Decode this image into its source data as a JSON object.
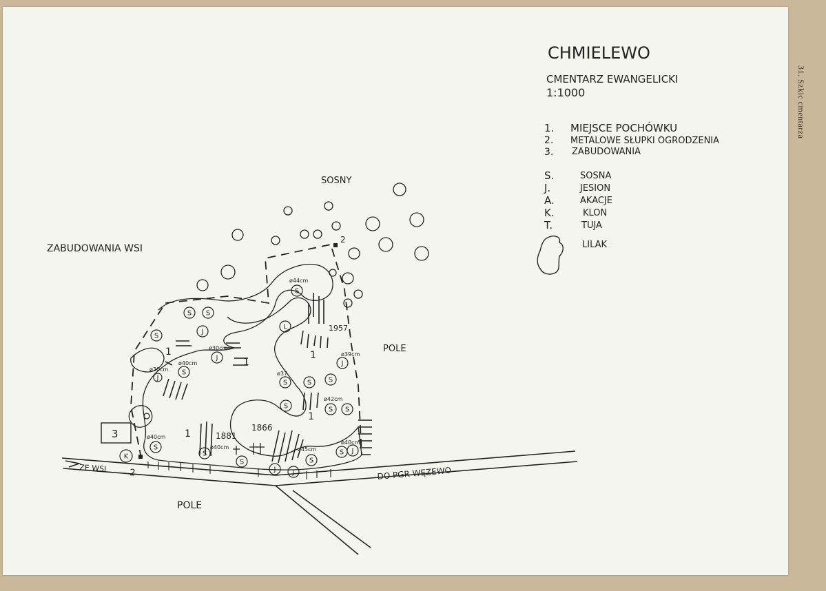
{
  "title": "CHMIELEWO",
  "subtitle": "CMENTARZ EWANGELICKI",
  "scale": "1:1000",
  "legend_numbered": [
    {
      "key": "1.",
      "label": "MIEJSCE POCHÓWKU"
    },
    {
      "key": "2.",
      "label": "METALOWE SŁUPKI OGRODZENIA"
    },
    {
      "key": "3.",
      "label": "ZABUDOWANIA"
    }
  ],
  "legend_trees": [
    {
      "key": "S.",
      "label": "SOSNA"
    },
    {
      "key": "J.",
      "label": "JESION"
    },
    {
      "key": "A.",
      "label": "AKACJE"
    },
    {
      "key": "K.",
      "label": "KLON"
    },
    {
      "key": "T.",
      "label": "TUJA"
    }
  ],
  "legend_lilac": "LILAK",
  "sidebar_caption": "31. Szkic cmentarza",
  "map_labels": {
    "sosny": "SOSNY",
    "zabudowania_wsi": "ZABUDOWANIA WSI",
    "pole_right": "POLE",
    "pole_bottom": "POLE",
    "road_left": "ZE WSI",
    "road_right": "DO PGR WĘZEWO",
    "building_number": "3",
    "gate_number": "2",
    "post_number": "2",
    "year_1957": "1957",
    "year_1881": "1881",
    "year_1866": "1866"
  },
  "burial_marks": [
    "1",
    "1",
    "1",
    "1",
    "1"
  ],
  "tree_letters": [
    "S",
    "S",
    "S",
    "S",
    "S",
    "S",
    "S",
    "S",
    "S",
    "S",
    "S",
    "S",
    "S",
    "S",
    "S",
    "S",
    "J",
    "J",
    "J",
    "J",
    "J",
    "J",
    "J",
    "L",
    "K"
  ],
  "diameters": [
    "ø44cm",
    "ø30cm",
    "ø40cm",
    "ø30cm",
    "ø37",
    "ø39cm",
    "ø42cm",
    "ø40cm",
    "ø40cm",
    "ø45cm",
    "ø40cm"
  ],
  "colors": {
    "paper": "#f5f5ef",
    "ink": "#222222",
    "mount": "#c9b99a"
  }
}
